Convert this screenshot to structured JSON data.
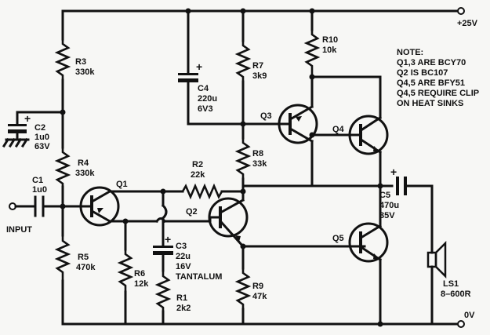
{
  "supply": {
    "positive": "+25V",
    "ground": "0V"
  },
  "input": {
    "label": "INPUT"
  },
  "transistors": [
    {
      "ref": "Q1"
    },
    {
      "ref": "Q2"
    },
    {
      "ref": "Q3"
    },
    {
      "ref": "Q4"
    },
    {
      "ref": "Q5"
    }
  ],
  "resistors": [
    {
      "ref": "R1",
      "value": "2k2"
    },
    {
      "ref": "R2",
      "value": "22k"
    },
    {
      "ref": "R3",
      "value": "330k"
    },
    {
      "ref": "R4",
      "value": "330k"
    },
    {
      "ref": "R5",
      "value": "470k"
    },
    {
      "ref": "R6",
      "value": "12k"
    },
    {
      "ref": "R7",
      "value": "3k9"
    },
    {
      "ref": "R8",
      "value": "33k"
    },
    {
      "ref": "R9",
      "value": "47k"
    },
    {
      "ref": "R10",
      "value": "10k"
    }
  ],
  "capacitors": [
    {
      "ref": "C1",
      "value": "1u0"
    },
    {
      "ref": "C2",
      "value": "1u0",
      "voltage": "63V"
    },
    {
      "ref": "C3",
      "value": "22u",
      "voltage": "16V",
      "type": "TANTALUM"
    },
    {
      "ref": "C4",
      "value": "220u",
      "voltage": "6V3"
    },
    {
      "ref": "C5",
      "value": "470u",
      "voltage": "35V"
    }
  ],
  "speaker": {
    "ref": "LS1",
    "value": "8–600R"
  },
  "polarity": "+",
  "note": {
    "title": "NOTE:",
    "lines": [
      "Q1,3 ARE BCY70",
      "Q2 IS BC107",
      "Q4,5 ARE BFY51",
      "Q4,5 REQUIRE CLIP",
      "ON HEAT SINKS"
    ]
  }
}
